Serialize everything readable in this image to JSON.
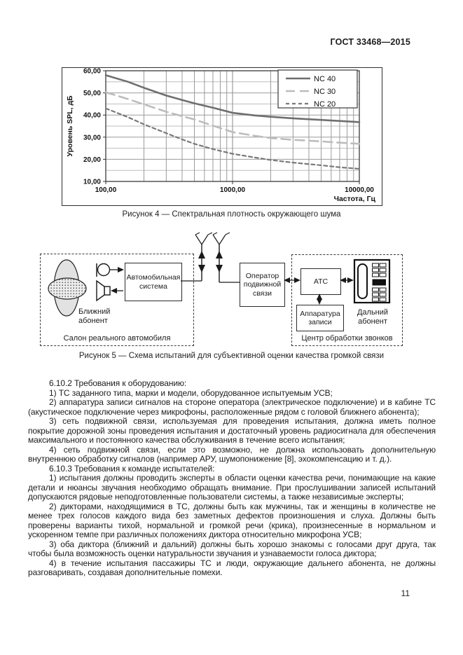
{
  "page": {
    "header": "ГОСТ 33468—2015",
    "page_number": "11"
  },
  "chart_data": {
    "type": "line",
    "title": "",
    "xlabel": "Частота, Гц",
    "ylabel": "Уровень SPL, дБ",
    "xscale": "log",
    "xlim": [
      100,
      10000
    ],
    "ylim": [
      10,
      60
    ],
    "grid": true,
    "legend_position": "top-right",
    "xticks": [
      "100,00",
      "1000,00",
      "10000,00"
    ],
    "xtick_values": [
      100,
      1000,
      10000
    ],
    "yticks": [
      "60,00",
      "50,00",
      "40,00",
      "30,00",
      "20,00",
      "10,00"
    ],
    "x": [
      100,
      150,
      200,
      300,
      400,
      500,
      700,
      1000,
      1500,
      2000,
      3000,
      5000,
      7000,
      10000
    ],
    "series": [
      {
        "name": "NC 40",
        "color": "#6f6f6f",
        "width": 2.6,
        "dash": "",
        "values": [
          58,
          55,
          52.3,
          48.8,
          46.8,
          45.3,
          43.3,
          41,
          39.8,
          39.2,
          38.5,
          37.8,
          37.3,
          36.8
        ]
      },
      {
        "name": "NC 30",
        "color": "#bcbcbc",
        "width": 2.6,
        "dash": "13 7",
        "values": [
          50.3,
          47.2,
          44.8,
          41.5,
          39.5,
          38,
          35.2,
          32.3,
          30.6,
          29.6,
          28.8,
          28.1,
          27.5,
          27
        ]
      },
      {
        "name": "NC 20",
        "color": "#7a7a7a",
        "width": 2.2,
        "dash": "5 4",
        "values": [
          43,
          39,
          35.8,
          31.8,
          29,
          27,
          24.6,
          22.5,
          20.8,
          19.7,
          18.5,
          17.3,
          16.4,
          15.7
        ]
      }
    ]
  },
  "figure4": {
    "caption": "Рисунок 4 — Спектральная плотность окружающего шума"
  },
  "figure5": {
    "caption": "Рисунок 5 — Схема испытаний для субъективной оценки качества громкой связи",
    "zones": {
      "car_cabin": "Салон реального автомобиля",
      "call_center": "Центр обработки звонков"
    },
    "boxes": {
      "car_system": "Автомобильная система",
      "operator": "Оператор подвижной связи",
      "ats": "АТС",
      "recorder": "Аппаратура записи"
    },
    "labels": {
      "near_subscriber": "Ближний абонент",
      "far_subscriber": "Дальний абонент"
    },
    "icons": {
      "person-icon": "ellipse-figure",
      "microphone-icon": "circle-with-stand",
      "speaker-icon": "cone",
      "antenna-icon": "y-mast",
      "phone-icon": "handset-with-keypad"
    }
  },
  "body": {
    "paragraphs": [
      "6.10.2 Требования к оборудованию:",
      "1) ТС заданного типа, марки и модели, оборудованное испытуемым УСВ;",
      "2) аппаратура записи сигналов на стороне оператора (электрическое подключение) и в кабине ТС (акустическое подключение через микрофоны, расположенные рядом с головой ближнего абонента);",
      "3) сеть подвижной связи, используемая для проведения испытания, должна иметь полное покрытие дорожной зоны проведения испытания и достаточный уровень радиосигнала для обеспечения максимального и постоянного качества обслуживания в течение всего испытания;",
      "4) сеть подвижной связи, если это возможно, не должна использовать дополнительную внутреннюю обработку сигналов (например АРУ, шумопонижение [8], эхокомпенсацию и т. д.).",
      "6.10.3 Требования к команде испытателей:",
      "1) испытания должны проводить эксперты в области оценки качества речи, понимающие на какие детали и нюансы звучания необходимо обращать внимание. При прослушивании записей испытаний допускаются рядовые неподготовленные пользователи системы, а также независимые эксперты;",
      "2) дикторами, находящимися в ТС, должны быть как мужчины, так и женщины в количестве не менее трех голосов каждого вида без заметных дефектов произношения и слуха. Должны быть проверены варианты тихой, нормальной и громкой речи (крика), произнесенные в нормальном и ускоренном темпе при различных положениях диктора относительно микрофона УСВ;",
      "3) оба диктора (ближний и дальний) должны быть хорошо знакомы с голосами друг друга, так чтобы была возможность оценки натуральности звучания и узнаваемости голоса диктора;",
      "4) в течение испытания пассажиры ТС и люди, окружающие дальнего абонента, не должны разговаривать, создавая дополнительные помехи."
    ]
  }
}
